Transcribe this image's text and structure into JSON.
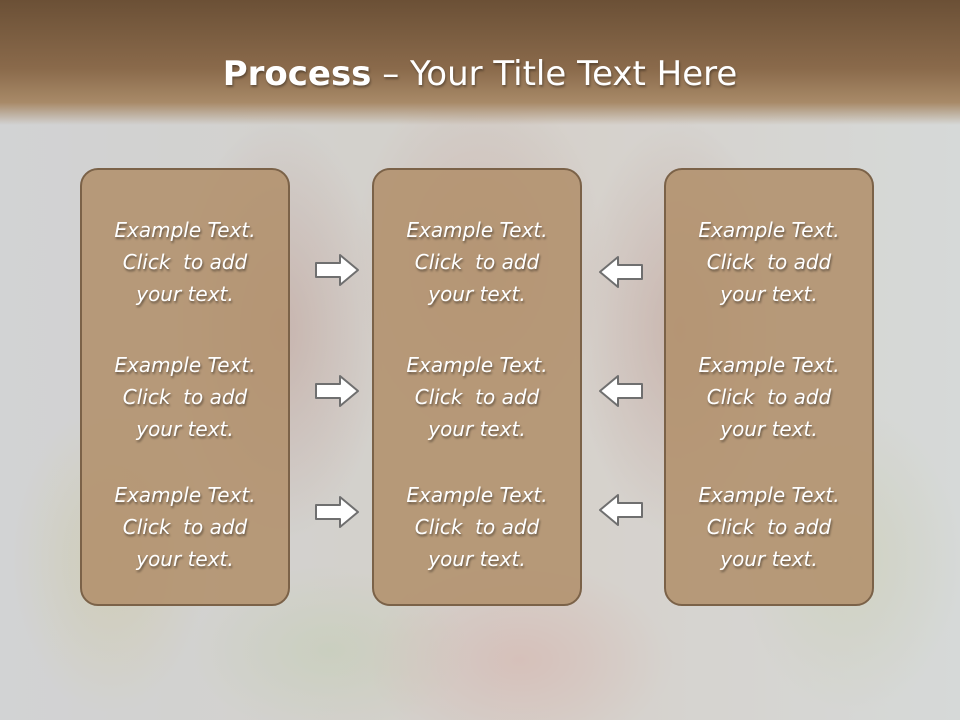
{
  "title": {
    "bold": "Process",
    "rest": " – Your Title Text Here"
  },
  "columns": [
    {
      "blocks": [
        [
          "Example Text.",
          "Click  to add",
          "your text."
        ],
        [
          "Example Text.",
          "Click  to add",
          "your text."
        ],
        [
          "Example Text.",
          "Click  to add",
          "your text."
        ]
      ]
    },
    {
      "blocks": [
        [
          "Example Text.",
          "Click  to add",
          "your text."
        ],
        [
          "Example Text.",
          "Click  to add",
          "your text."
        ],
        [
          "Example Text.",
          "Click  to add",
          "your text."
        ]
      ]
    },
    {
      "blocks": [
        [
          "Example Text.",
          "Click  to add",
          "your text."
        ],
        [
          "Example Text.",
          "Click  to add",
          "your text."
        ],
        [
          "Example Text.",
          "Click  to add",
          "your text."
        ]
      ]
    }
  ],
  "arrows": {
    "left_group": "right-arrow-icon",
    "right_group": "left-arrow-icon"
  },
  "colors": {
    "title_bar": "#8a6a4b",
    "panel_fill": "#b2916c",
    "panel_border": "#7b6248",
    "text": "#ffffff"
  }
}
